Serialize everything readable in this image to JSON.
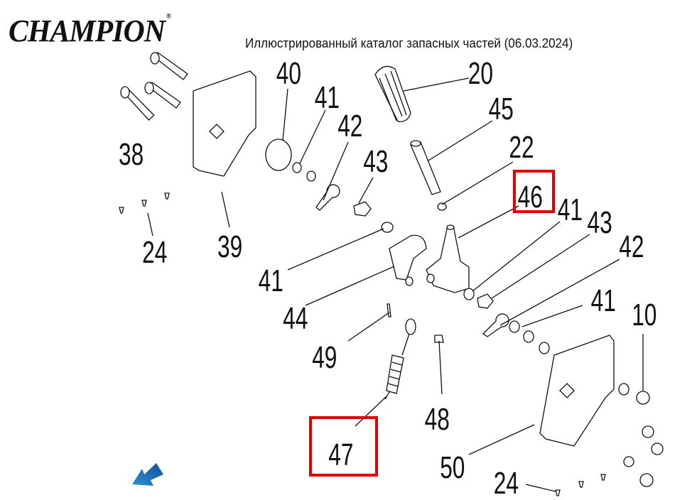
{
  "header": {
    "brand": "CHAMPION",
    "brand_mark": "®",
    "title": "Иллюстрированный каталог запасных частей (06.03.2024)"
  },
  "callouts": {
    "c40": "40",
    "c20": "20",
    "c41a": "41",
    "c45": "45",
    "c42a": "42",
    "c38": "38",
    "c22": "22",
    "c43a": "43",
    "c46": "46",
    "c41b": "41",
    "c43b": "43",
    "c24a": "24",
    "c39": "39",
    "c42b": "42",
    "c41c": "41",
    "c44": "44",
    "c41d": "41",
    "c10": "10",
    "c49": "49",
    "c48": "48",
    "c47": "47",
    "c50": "50",
    "c24b": "24"
  },
  "highlighted": [
    "46",
    "47"
  ],
  "colors": {
    "highlight": "#e00000",
    "nav_arrow": "#1f6fb0"
  }
}
